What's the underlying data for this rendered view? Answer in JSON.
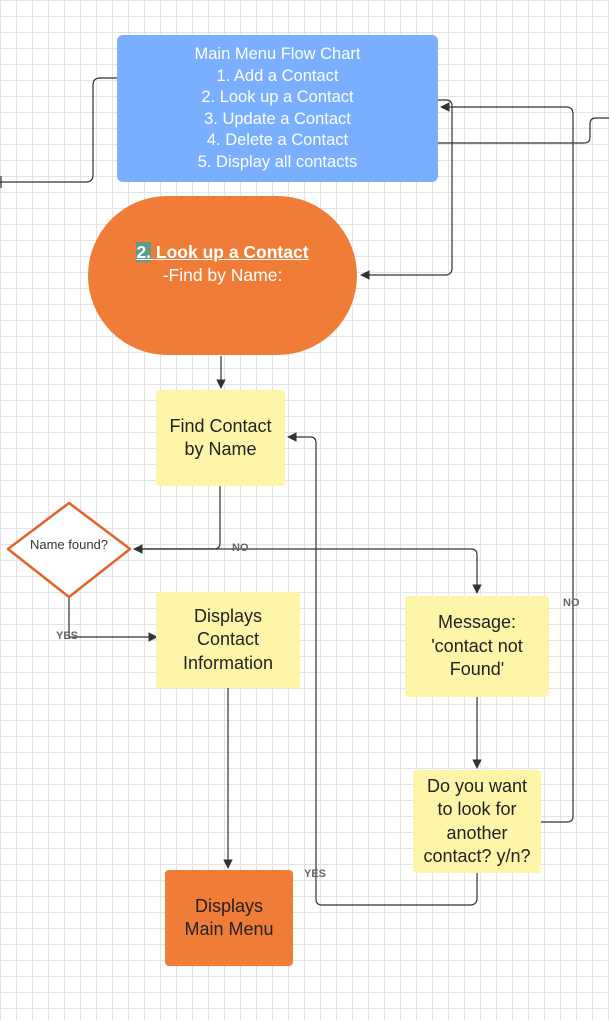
{
  "menu": {
    "title": "Main Menu Flow Chart",
    "items": [
      "1. Add a Contact",
      "2. Look up a Contact",
      "3. Update a Contact",
      "4. Delete a Contact",
      "5. Display all contacts"
    ]
  },
  "lookup": {
    "number": "2.",
    "title": " Look up a Contact",
    "subtitle": "-Find by Name:"
  },
  "find_contact": {
    "line1": "Find Contact",
    "line2": "by Name"
  },
  "decision": {
    "label": "Name found?"
  },
  "displays_contact": {
    "line1": "Displays",
    "line2": "Contact",
    "line3": "Information"
  },
  "message": {
    "line1": "Message:",
    "line2": "'contact not",
    "line3": "Found'"
  },
  "ask_again": {
    "line1": "Do you want",
    "line2": "to look for",
    "line3": "another",
    "line4": "contact? y/n?"
  },
  "main_menu": {
    "line1": "Displays",
    "line2": "Main Menu"
  },
  "edge_labels": {
    "no_found": "NO",
    "yes_found": "YES",
    "no_again": "NO",
    "yes_again": "YES"
  },
  "colors": {
    "menu": "#7aafff",
    "terminal": "#ef7d38",
    "note": "#fff5a8",
    "decision_border": "#e2622a",
    "line": "#333333"
  }
}
